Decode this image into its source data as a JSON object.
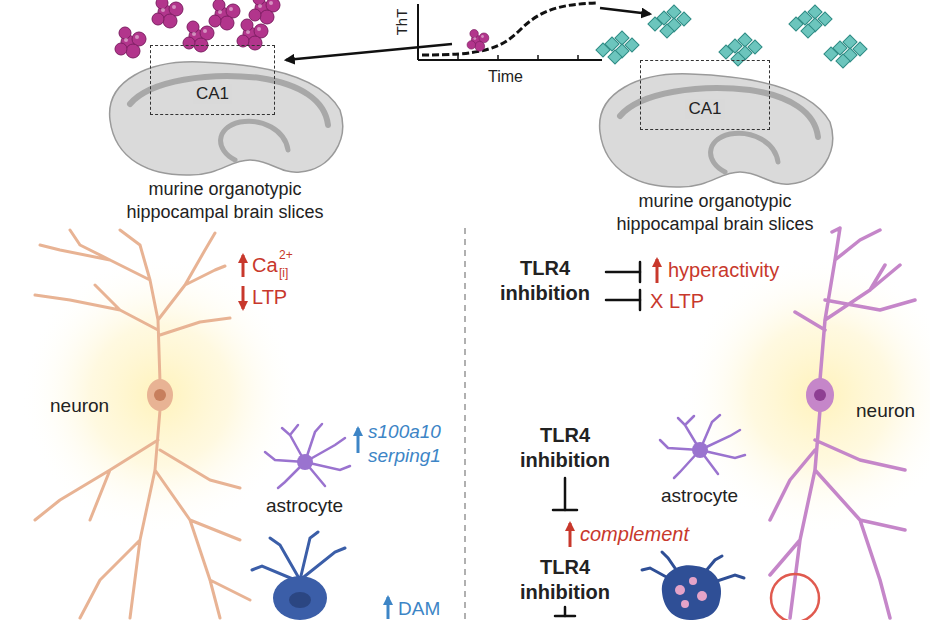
{
  "diagram": {
    "nodes": [
      {
        "text": [
          "CA1"
        ]
      },
      {
        "text": [
          "CA1"
        ]
      }
    ],
    "labels": [
      "ThT",
      "Time",
      "murine organotypic hippocampal brain slices",
      "murine organotypic hippocampal brain slices",
      "Ca",
      "[i]",
      "2+",
      "LTP",
      "neuron",
      "s100a10 serping1",
      "astrocyte",
      "DAM",
      "TLR4 inhibition",
      "hyperactivity",
      "X LTP",
      "neuron",
      "TLR4 inhibition",
      "complement",
      "astrocyte",
      "TLR4 inhibition"
    ]
  }
}
